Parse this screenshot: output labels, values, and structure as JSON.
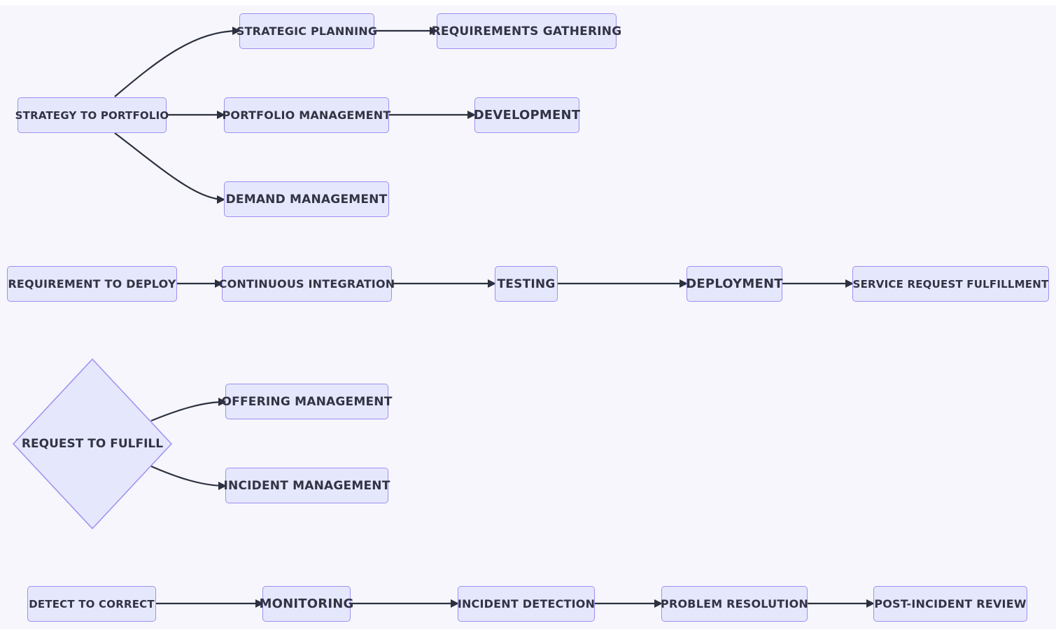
{
  "colors": {
    "node_fill": "#e5e8fd",
    "node_border": "#9f8ff0",
    "edge": "#2c3140",
    "text": "#333344",
    "background": "#f6f6fc"
  },
  "nodes": {
    "strategy_to_portfolio": "STRATEGY TO PORTFOLIO",
    "strategic_planning": "STRATEGIC PLANNING",
    "requirements_gathering": "REQUIREMENTS GATHERING",
    "portfolio_management": "PORTFOLIO MANAGEMENT",
    "development": "DEVELOPMENT",
    "demand_management": "DEMAND MANAGEMENT",
    "requirement_to_deploy": "REQUIREMENT TO DEPLOY",
    "continuous_integration": "CONTINUOUS INTEGRATION",
    "testing": "TESTING",
    "deployment": "DEPLOYMENT",
    "service_request_fulfillment": "SERVICE REQUEST FULFILLMENT",
    "request_to_fulfill": "REQUEST TO FULFILL",
    "offering_management": "OFFERING MANAGEMENT",
    "incident_management": "INCIDENT MANAGEMENT",
    "detect_to_correct": "DETECT TO CORRECT",
    "monitoring": "MONITORING",
    "incident_detection": "INCIDENT DETECTION",
    "problem_resolution": "PROBLEM RESOLUTION",
    "post_incident_review": "POST-INCIDENT REVIEW"
  }
}
